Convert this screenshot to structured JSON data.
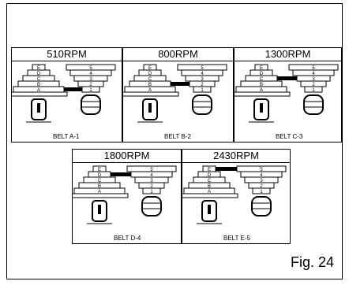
{
  "figure_label": "Fig. 24",
  "step_labels": [
    "E",
    "D",
    "C",
    "B",
    "A"
  ],
  "spindle_numbers": [
    "5",
    "4",
    "3",
    "2",
    "1"
  ],
  "panels": [
    {
      "rpm": "510RPM",
      "belt": "BELT A-1",
      "belt_level": 4
    },
    {
      "rpm": "800RPM",
      "belt": "BELT B-2",
      "belt_level": 3
    },
    {
      "rpm": "1300RPM",
      "belt": "BELT C-3",
      "belt_level": 2
    },
    {
      "rpm": "1800RPM",
      "belt": "BELT D-4",
      "belt_level": 1
    },
    {
      "rpm": "2430RPM",
      "belt": "BELT E-5",
      "belt_level": 0
    }
  ]
}
